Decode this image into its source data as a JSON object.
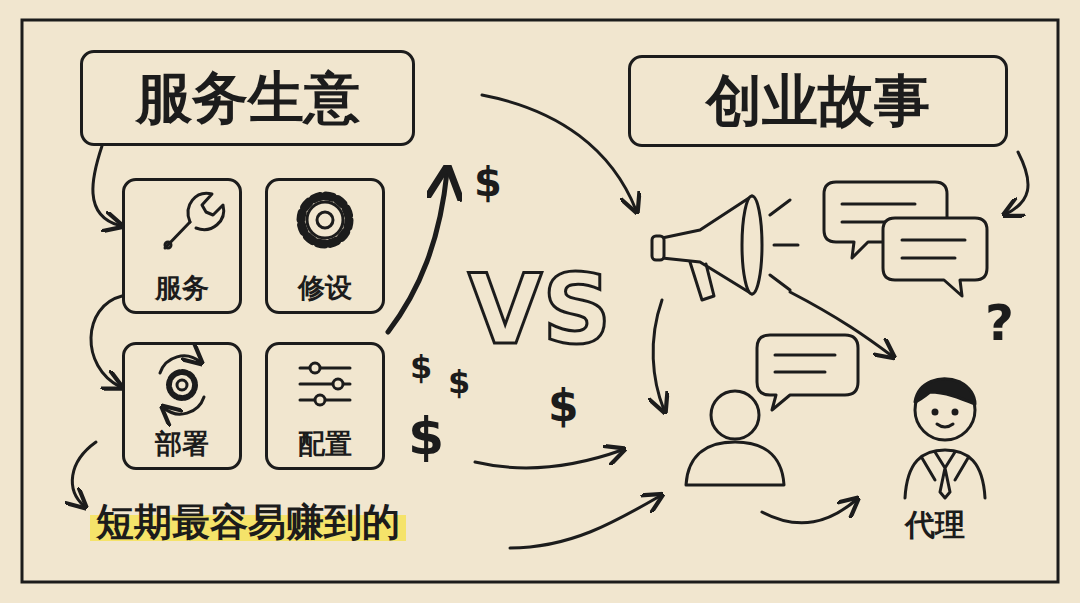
{
  "diagram": {
    "nodes": [
      {
        "text": [
          "服务生意"
        ]
      },
      {
        "text": [
          "创业故事"
        ]
      },
      {
        "text": [
          "服务"
        ]
      },
      {
        "text": [
          "修设"
        ]
      },
      {
        "text": [
          "部署"
        ]
      },
      {
        "text": [
          "配置"
        ]
      }
    ],
    "edges": [
      {
        "from": 0,
        "to": 2,
        "arrow": "to"
      },
      {
        "from": 2,
        "to": 4,
        "arrow": "to"
      }
    ],
    "labels": [
      "VS",
      "$",
      "$",
      "$",
      "$",
      "$",
      "短期最容易赚到的",
      "代理",
      "?"
    ]
  }
}
